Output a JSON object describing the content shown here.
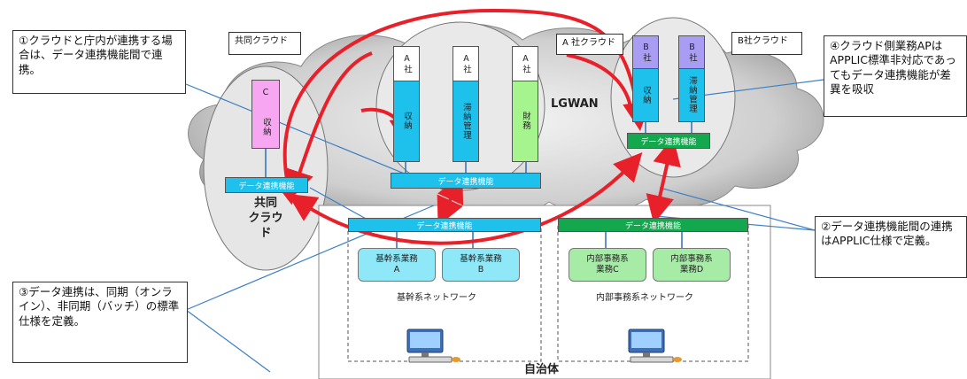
{
  "callouts": {
    "c1": "①クラウドと庁内が連携する場合は、データ連携機能間で連携。",
    "c2": "②データ連携機能間の連携はAPPLIC仕様で定義。",
    "c3": "③データ連携は、同期（オンライン）、非同期（バッチ）の標準仕様を定義。",
    "c4": "④クラウド側業務APはAPPLIC標準非対応であってもデータ連携機能が差異を吸収"
  },
  "clouds": {
    "shared_tag": "共同クラウド",
    "shared_label": "共同\nクラウド",
    "a_tag": "A 社クラウド",
    "b_tag": "B社クラウド",
    "lgwan": "LGWAN"
  },
  "modules": {
    "shared_c_head": "C",
    "shared_c_body": "収納",
    "a1_head": "A社",
    "a1_body": "収納",
    "a2_head": "A社",
    "a2_body": "滞納管理",
    "a3_head": "A社",
    "a3_body": "財務",
    "b1_head": "B社",
    "b1_body": "収納",
    "b2_head": "B社",
    "b2_body": "滞納管理"
  },
  "data_link_label": "データ連携機能",
  "municipality": {
    "label": "自治体",
    "core_net": "基幹系ネットワーク",
    "internal_net": "内部事務系ネットワーク",
    "core_a": "基幹系業務\nA",
    "core_b": "基幹系業務\nB",
    "internal_c": "内部事務系\n業務C",
    "internal_d": "内部事務系\n業務D"
  },
  "colors": {
    "arrow": "#e8202a",
    "cyan": "#1ec0ec",
    "green": "#13a84e",
    "pink": "#f7a6f2",
    "lightgreen": "#a6f48e",
    "purple": "#a89df3",
    "light_cyan_box": "#8ee8f7",
    "light_green_box": "#a6eba6"
  }
}
